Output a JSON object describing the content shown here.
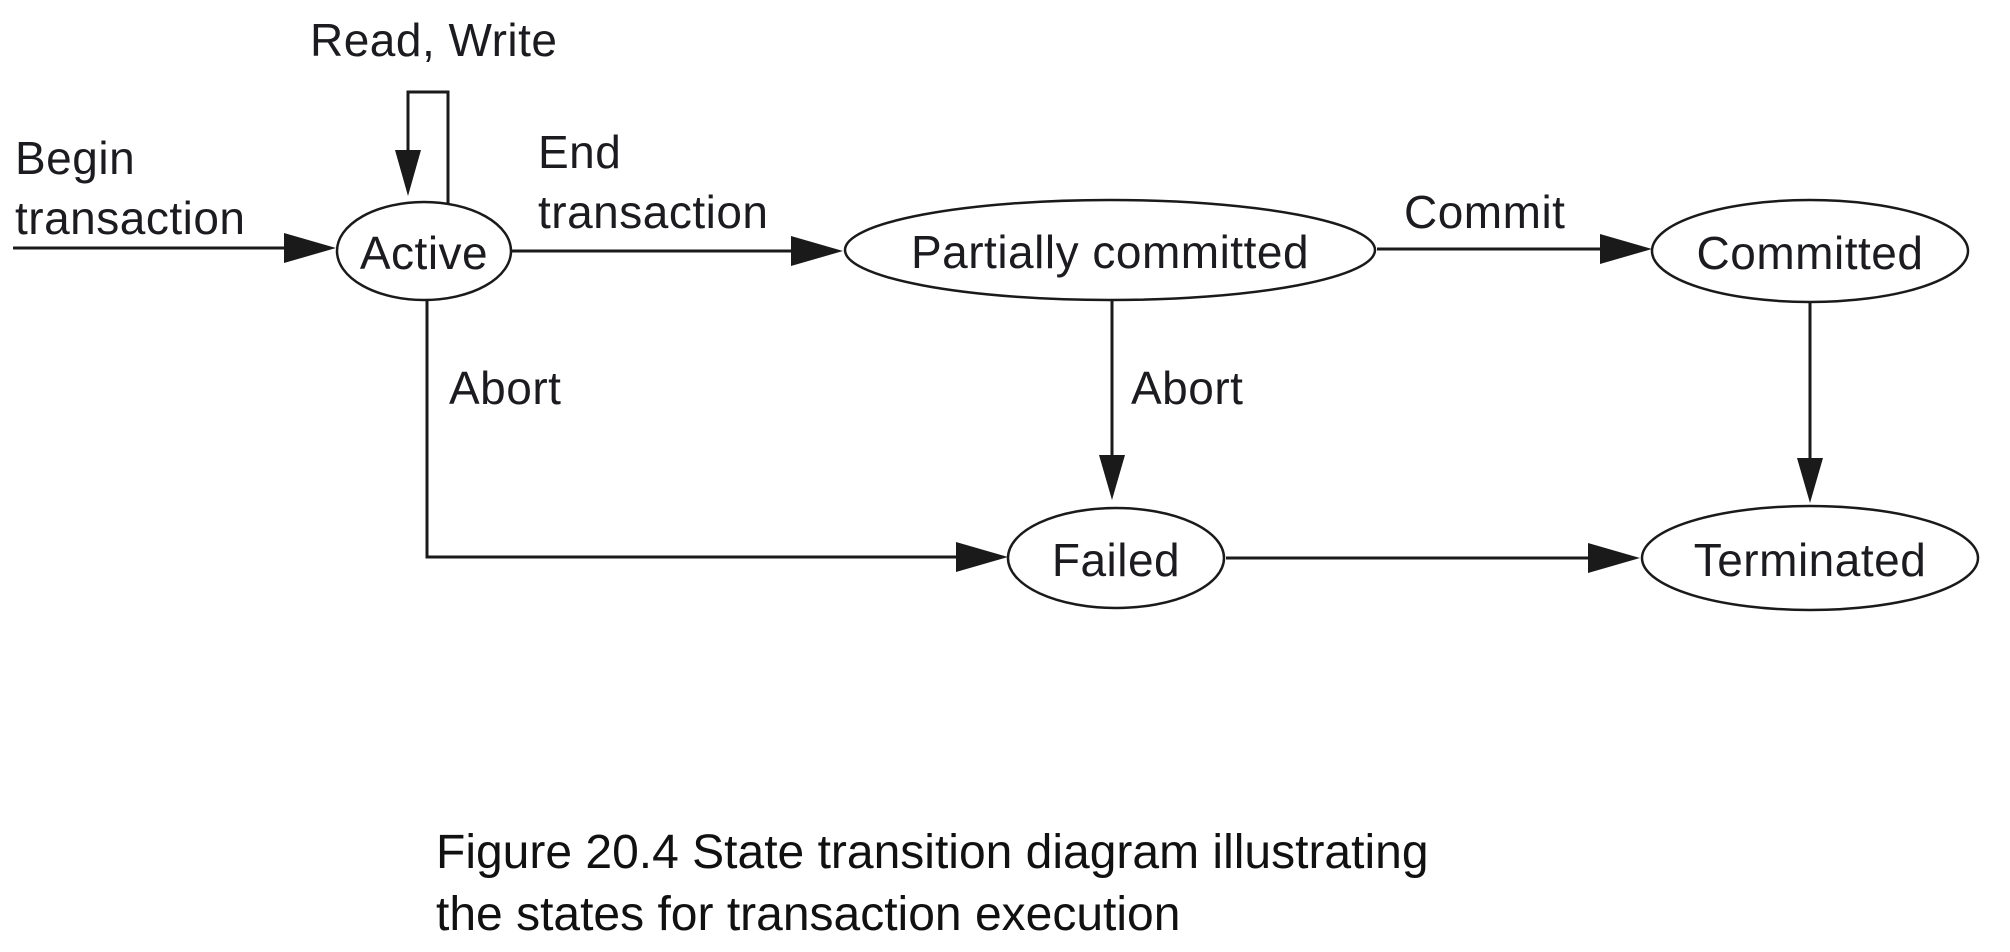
{
  "diagram": {
    "type": "state-transition-diagram",
    "states": {
      "active": "Active",
      "partially_committed": "Partially committed",
      "committed": "Committed",
      "failed": "Failed",
      "terminated": "Terminated"
    },
    "transitions": {
      "read_write": "Read, Write",
      "begin_transaction": "Begin\ntransaction",
      "end_transaction": "End\ntransaction",
      "commit": "Commit",
      "abort_from_active": "Abort",
      "abort_from_partially_committed": "Abort"
    },
    "edges": [
      {
        "from": "start",
        "to": "active",
        "label": "Begin transaction"
      },
      {
        "from": "active",
        "to": "active",
        "label": "Read, Write"
      },
      {
        "from": "active",
        "to": "partially_committed",
        "label": "End transaction"
      },
      {
        "from": "partially_committed",
        "to": "committed",
        "label": "Commit"
      },
      {
        "from": "active",
        "to": "failed",
        "label": "Abort"
      },
      {
        "from": "partially_committed",
        "to": "failed",
        "label": "Abort"
      },
      {
        "from": "committed",
        "to": "terminated",
        "label": ""
      },
      {
        "from": "failed",
        "to": "terminated",
        "label": ""
      }
    ],
    "caption": "Figure 20.4 State transition diagram illustrating\nthe states for transaction execution",
    "colors": {
      "background": "#ffffff",
      "stroke": "#1a1a1a",
      "text": "#1c1c20"
    }
  }
}
